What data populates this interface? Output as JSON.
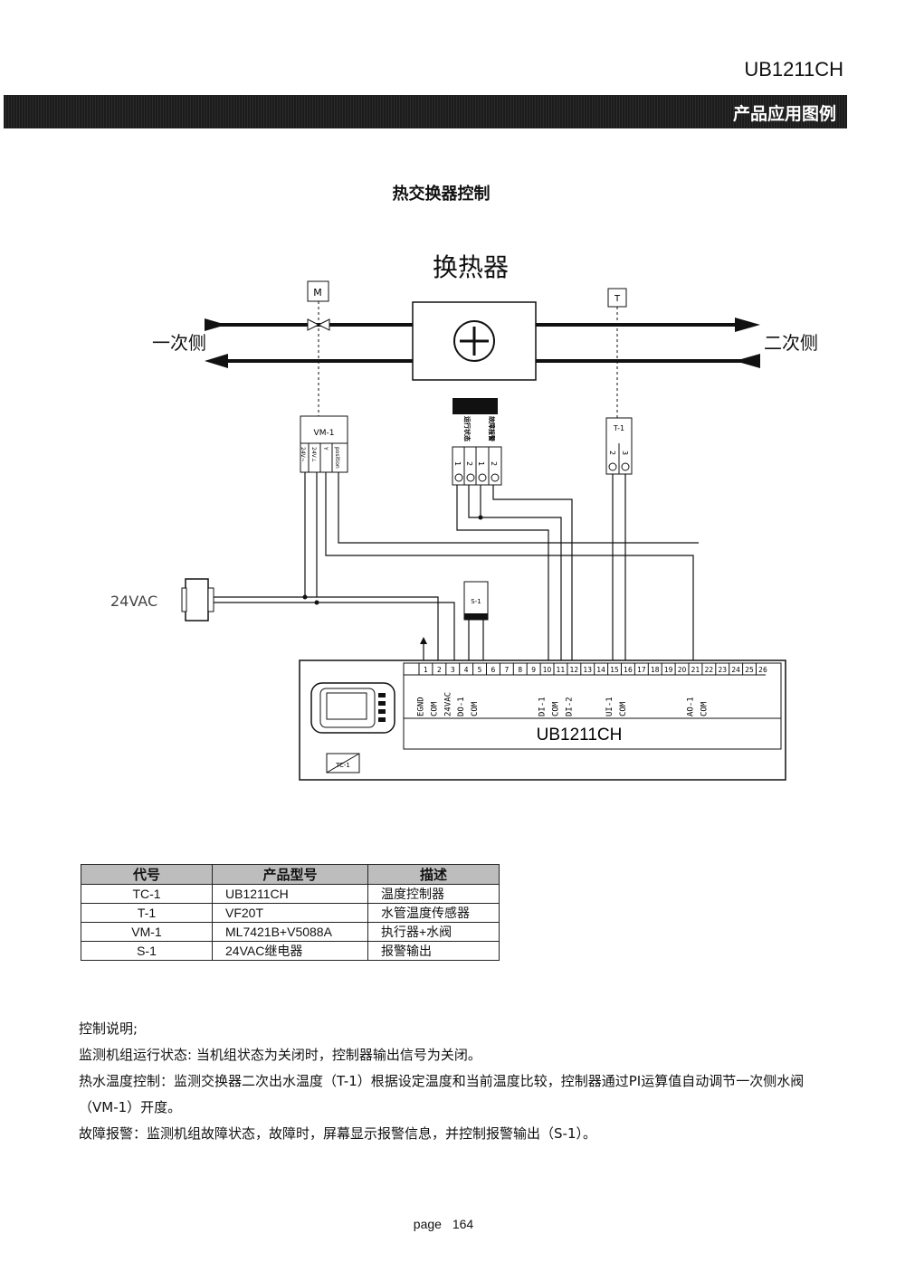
{
  "header": {
    "model_code": "UB1211CH",
    "banner_title": "产品应用图例"
  },
  "section_title": "热交换器控制",
  "diagram": {
    "heat_exchanger_label": "换热器",
    "primary_side_label": "一次侧",
    "secondary_side_label": "二次侧",
    "valve_motor_label": "M",
    "temp_sensor_label": "T",
    "vm1_label": "VM-1",
    "vm1_pins": [
      "24V~",
      "24V⊥",
      "Y",
      "position"
    ],
    "status_labels": [
      "运行状态",
      "故障报警"
    ],
    "status_pins_left": [
      "1",
      "2"
    ],
    "status_pins_right": [
      "1",
      "2"
    ],
    "t1_label": "T-1",
    "t1_pins": [
      "2",
      "3"
    ],
    "s1_label": "S-1",
    "power_label": "24VAC",
    "controller_label": "UB1211CH",
    "tc_label": "TC-1",
    "terminals": [
      "1",
      "2",
      "3",
      "4",
      "5",
      "6",
      "7",
      "8",
      "9",
      "10",
      "11",
      "12",
      "13",
      "14",
      "15",
      "16",
      "17",
      "18",
      "19",
      "20",
      "21",
      "22",
      "23",
      "24",
      "25",
      "26"
    ],
    "terminal_labels": [
      {
        "n": 1,
        "t": "EGND"
      },
      {
        "n": 2,
        "t": "COM"
      },
      {
        "n": 3,
        "t": "24VAC"
      },
      {
        "n": 4,
        "t": "DO-1"
      },
      {
        "n": 5,
        "t": "COM"
      },
      {
        "n": 10,
        "t": "DI-1"
      },
      {
        "n": 11,
        "t": "COM"
      },
      {
        "n": 12,
        "t": "DI-2"
      },
      {
        "n": 15,
        "t": "UI-1"
      },
      {
        "n": 16,
        "t": "COM"
      },
      {
        "n": 21,
        "t": "AO-1"
      },
      {
        "n": 22,
        "t": "COM"
      }
    ]
  },
  "table": {
    "headers": [
      "代号",
      "产品型号",
      "描述"
    ],
    "rows": [
      [
        "TC-1",
        "UB1211CH",
        "温度控制器"
      ],
      [
        "T-1",
        "VF20T",
        "水管温度传感器"
      ],
      [
        "VM-1",
        "ML7421B+V5088A",
        "执行器+水阀"
      ],
      [
        "S-1",
        "24VAC继电器",
        "报警输出"
      ]
    ]
  },
  "notes": [
    "控制说明;",
    "监测机组运行状态: 当机组状态为关闭时，控制器输出信号为关闭。",
    "热水温度控制：监测交换器二次出水温度（T-1）根据设定温度和当前温度比较，控制器通过PI运算值自动调节一次侧水阀",
    "（VM-1）开度。",
    "故障报警：监测机组故障状态，故障时，屏幕显示报警信息，并控制报警输出（S-1）。"
  ],
  "footer": {
    "page_word": "page",
    "page_number": "164"
  }
}
